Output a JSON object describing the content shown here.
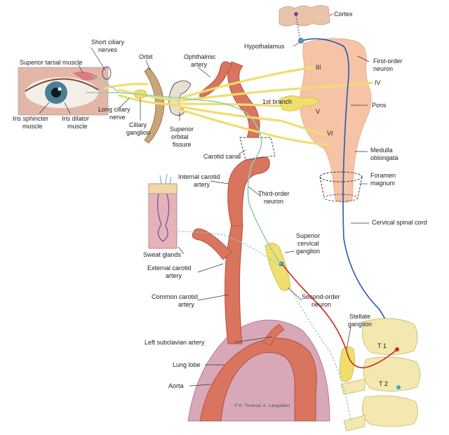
{
  "labels": {
    "cortex": "Cortex",
    "hypothalamus": "Hypothalamus",
    "first_order_neuron_1": "First-order",
    "first_order_neuron_2": "neuron",
    "short_ciliary_1": "Short ciliary",
    "short_ciliary_2": "nerves",
    "orbit": "Orbit",
    "ophthalmic_1": "Ophthalmic",
    "ophthalmic_2": "artery",
    "superior_tarsal": "Superior tarsal muscle",
    "cn3": "III",
    "cn4": "IV",
    "cn5": "V",
    "cn6": "VI",
    "first_branch": "1st branch",
    "pons": "Pons",
    "iris_sphincter_1": "Iris sphincter",
    "iris_sphincter_2": "muscle",
    "iris_dilator_1": "Iris dilator",
    "iris_dilator_2": "muscle",
    "long_ciliary_1": "Long ciliary",
    "long_ciliary_2": "nerve",
    "ciliary_ganglion_1": "Ciliary",
    "ciliary_ganglion_2": "ganglion",
    "sup_orbital_1": "Superior",
    "sup_orbital_2": "orbital",
    "sup_orbital_3": "fissure",
    "carotid_canal": "Carotid canal",
    "medulla_1": "Medulla",
    "medulla_2": "oblongata",
    "foramen_1": "Foramen",
    "foramen_2": "magnum",
    "internal_carotid_1": "Internal carotid",
    "internal_carotid_2": "artery",
    "third_order_1": "Third-order",
    "third_order_2": "neuron",
    "cervical_cord": "Cervical spinal cord",
    "sweat_glands": "Sweat glands",
    "sup_cervical_1": "Superior",
    "sup_cervical_2": "cervical",
    "sup_cervical_3": "ganglion",
    "external_carotid_1": "External carotid",
    "external_carotid_2": "artery",
    "common_carotid_1": "Common carotid",
    "common_carotid_2": "artery",
    "second_order_1": "Second-order",
    "second_order_2": "neuron",
    "stellate_1": "Stellate",
    "stellate_2": "ganglion",
    "t1": "T 1",
    "t2": "T 2",
    "left_subclavian": "Left subclavian artery",
    "lung_lobe": "Lung lobe",
    "aorta": "Aorta",
    "credit": "© K. Toverud, A. Langdalen"
  },
  "colors": {
    "artery": "#d9745e",
    "artery_dark": "#b5533f",
    "brainstem": "#f6c3a6",
    "nerve_yellow": "#f0de6e",
    "first_order": "#2b55b8",
    "second_order": "#cc2a1e",
    "third_order": "#8fd0b0",
    "cortex": "#e9c4a8",
    "lung": "#d9a8b8",
    "bone": "#f2e8b0"
  }
}
